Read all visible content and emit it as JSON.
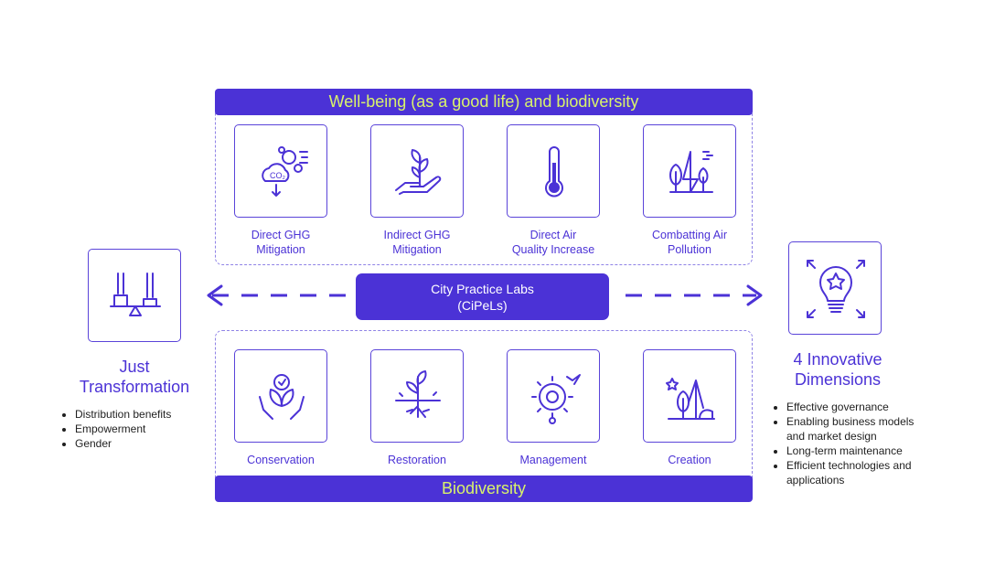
{
  "top_banner": "Well-being (as a good life) and biodiversity",
  "bottom_banner": "Biodiversity",
  "center": {
    "line1": "City Practice Labs",
    "line2": "(CiPeLs)"
  },
  "top_tiles": [
    {
      "label1": "Direct GHG",
      "label2": "Mitigation",
      "icon": "co2-bubbles-icon"
    },
    {
      "label1": "Indirect GHG",
      "label2": "Mitigation",
      "icon": "plant-in-hand-icon"
    },
    {
      "label1": "Direct Air",
      "label2": "Quality Increase",
      "icon": "thermometer-icon"
    },
    {
      "label1": "Combatting Air",
      "label2": "Pollution",
      "icon": "trees-icon"
    }
  ],
  "bottom_tiles": [
    {
      "label": "Conservation",
      "icon": "hands-leaf-icon"
    },
    {
      "label": "Restoration",
      "icon": "sprout-roots-icon"
    },
    {
      "label": "Management",
      "icon": "gear-leaf-icon"
    },
    {
      "label": "Creation",
      "icon": "nature-stars-icon"
    }
  ],
  "left": {
    "title1": "Just",
    "title2": "Transformation",
    "icon": "balance-scale-icon",
    "bullets": [
      "Distribution benefits",
      "Empowerment",
      "Gender"
    ]
  },
  "right": {
    "title1": "4 Innovative",
    "title2": "Dimensions",
    "icon": "lightbulb-star-icon",
    "bullets": [
      [
        "Effective governance"
      ],
      [
        "Enabling business models",
        "and market design"
      ],
      [
        "Long-term maintenance"
      ],
      [
        "Efficient technologies and",
        "applications"
      ]
    ]
  },
  "colors": {
    "primary": "#4b32d6",
    "banner_text": "#d9f36a",
    "dashed": "#8f83e6"
  }
}
